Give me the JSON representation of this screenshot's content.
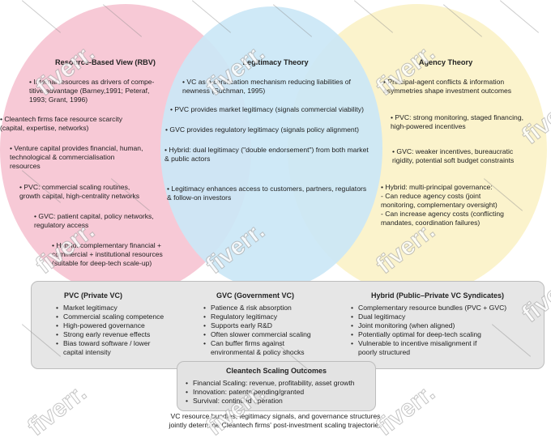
{
  "venn": {
    "left": {
      "title": "Resource-Based View (RBV)",
      "color": "#f7c9d6",
      "items": [
        "•  Internal resources as drivers of compe-\ntitive advantage (Barney,1991; Peteraf,\n1993; Grant, 1996)",
        "•  Cleantech firms face resource scarcity\n(capital, expertise, networks)",
        "•  Venture capital provides financial, human,\ntechnological & commercialisation\nresources",
        "•  PVC: commercial scaling routines,\ngrowth capital, high-centrality networks",
        "•  GVC: patient capital, policy networks,\nregulatory access",
        "•  Hybrid: complementary financial +\ncommercial + institutional resources\n(suitable for deep-tech scale-up)"
      ]
    },
    "middle": {
      "title": "Legitimacy Theory",
      "color": "#cbe7f6",
      "items": [
        "•  VC as a certification mechanism reducing liabilities of\nnewness (Suchman, 1995)",
        "•  PVC provides market legitimacy (signals commercial viability)",
        "•  GVC provides regulatory legitimacy (signals policy alignment)",
        "•  Hybrid: dual legitimacy (\"double endorsement\") from both market\n& public actors",
        "•  Legitimacy enhances access to customers, partners, regulators\n& follow-on investors"
      ]
    },
    "right": {
      "title": "Agency Theory",
      "color": "#fbf3cc",
      "items": [
        "•  Principal-agent conflicts & information\nasymmetries shape investment outcomes",
        "•  PVC: strong monitoring, staged financing,\nhigh-powered incentives",
        "•  GVC: weaker incentives, bureaucratic\nrigidity, potential soft budget constraints",
        "•  Hybrid: multi-principal governance:\n-  Can reduce agency costs (joint\n    monitoring, complementary oversight)\n-  Can increase agency costs (conflicting\n    mandates, coordination failures)"
      ]
    }
  },
  "vc_box": {
    "pvc": {
      "title": "PVC (Private VC)",
      "items": [
        "Market legitimacy",
        "Commercial scaling competence",
        "High-powered governance",
        "Strong early revenue effects",
        "Bias toward software / lower\ncapital intensity"
      ]
    },
    "gvc": {
      "title": "GVC (Government VC)",
      "items": [
        "Patience & risk absorption",
        "Regulatory legitimacy",
        "Supports early R&D",
        "Often slower commercial scaling",
        "Can buffer firms against\nenvironmental & policy shocks"
      ]
    },
    "hybrid": {
      "title": "Hybrid (Public–Private VC Syndicates)",
      "items": [
        "Complementary resource bundles (PVC + GVC)",
        "Dual legitimacy",
        "Joint monitoring (when aligned)",
        "Potentially optimal for deep-tech scaling",
        "Vulnerable to incentive misalignment if\npoorly structured"
      ]
    }
  },
  "outcomes": {
    "title": "Cleantech Scaling Outcomes",
    "items": [
      "Financial Scaling: revenue, profitability, asset growth",
      "Innovation: patents pending/granted",
      "Survival: continued operation"
    ]
  },
  "footer": "VC resource bundles, legitimacy signals, and governance structures\njointly determine Cleantech firms' post-investment scaling trajectories",
  "watermark": "fiverr."
}
